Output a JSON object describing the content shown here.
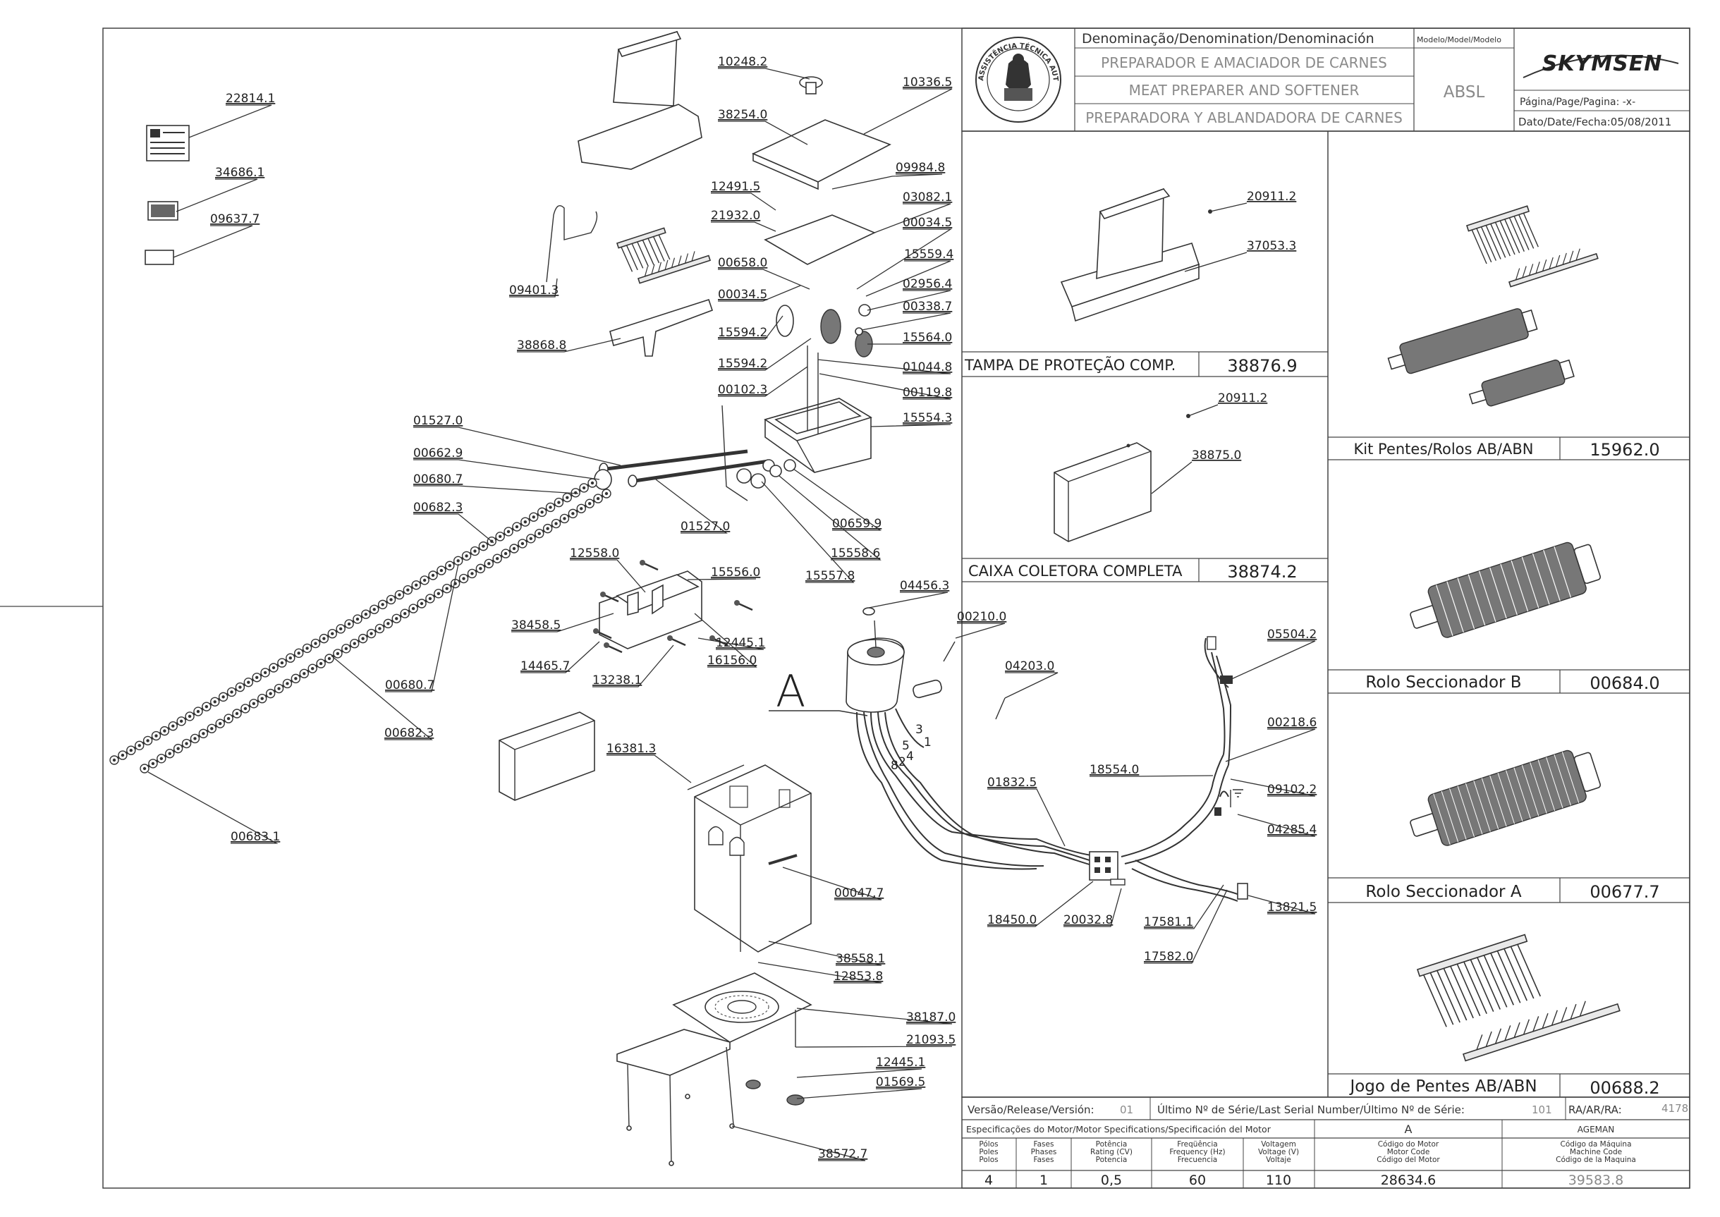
{
  "title_block": {
    "denomination_header": "Denominação/Denomination/Denominación",
    "model_header": "Modelo/Model/Modelo",
    "name_pt": "PREPARADOR E AMACIADOR DE CARNES",
    "name_en": "MEAT PREPARER AND SOFTENER",
    "name_es": "PREPARADORA Y ABLANDADORA DE CARNES",
    "model": "ABSL",
    "brand": "SKYMSEN",
    "page_label": "Página/Page/Pagina: -x-",
    "date_label": "Dato/Date/Fecha:05/08/2011",
    "seal_text": "ASSISTÊNCIA TÉCNICA AUTORIZADA"
  },
  "assemblies": [
    {
      "name": "TAMPA DE PROTEÇÃO COMP.",
      "code": "38876.9",
      "parts": [
        "20911.2",
        "37053.3"
      ]
    },
    {
      "name": "CAIXA COLETORA COMPLETA",
      "code": "38874.2",
      "parts": [
        "20911.2",
        "38875.0"
      ]
    },
    {
      "name": "Kit Pentes/Rolos AB/ABN",
      "code": "15962.0"
    },
    {
      "name": "Rolo Seccionador B",
      "code": "00684.0"
    },
    {
      "name": "Rolo Seccionador A",
      "code": "00677.7"
    },
    {
      "name": "Jogo de Pentes AB/ABN",
      "code": "00688.2"
    }
  ],
  "part_labels": [
    "22814.1",
    "34686.1",
    "09637.7",
    "09401.3",
    "38868.8",
    "10248.2",
    "10336.5",
    "38254.0",
    "09984.8",
    "12491.5",
    "21932.0",
    "03082.1",
    "00034.5",
    "00658.0",
    "15559.4",
    "00034.5",
    "02956.4",
    "00338.7",
    "15594.2",
    "15564.0",
    "15594.2",
    "01044.8",
    "00102.3",
    "00119.8",
    "15554.3",
    "01527.0",
    "00662.9",
    "00680.7",
    "00682.3",
    "01527.0",
    "00659.9",
    "15558.6",
    "15557.8",
    "12558.0",
    "15556.0",
    "38458.5",
    "12445.1",
    "14465.7",
    "16156.0",
    "13238.1",
    "00680.7",
    "00682.3",
    "00683.1",
    "04456.3",
    "00210.0",
    "04203.0",
    "05504.2",
    "00218.6",
    "16381.3",
    "18554.0",
    "09102.2",
    "01832.5",
    "04285.4",
    "00047.7",
    "18450.0",
    "20032.8",
    "17581.1",
    "13821.5",
    "17582.0",
    "38558.1",
    "12853.8",
    "38187.0",
    "21093.5",
    "12445.1",
    "01569.5",
    "38572.7"
  ],
  "detail_marker": "A",
  "wire_numbers": [
    "3",
    "1",
    "5",
    "4",
    "8",
    "2"
  ],
  "bottom": {
    "version_label": "Versão/Release/Versión:",
    "version_value": "01",
    "serial_label": "Último Nº de Série/Last Serial Number/Último Nº de Série:",
    "serial_value": "101",
    "ra_label": "RA/AR/RA:",
    "ra_value": "4178",
    "motor_spec_label": "Especificações do Motor/Motor Specifications/Specificación del Motor",
    "motor_a": "A",
    "ageman": "AGEMAN",
    "columns": [
      {
        "label": "Pólos\nPoles\nPolos",
        "value": "4"
      },
      {
        "label": "Fases\nPhases\nFases",
        "value": "1"
      },
      {
        "label": "Potência\nRating (CV)\nPotencia",
        "value": "0,5"
      },
      {
        "label": "Freqüência\nFrequency (Hz)\nFrecuencia",
        "value": "60"
      },
      {
        "label": "Voltagem\nVoltage (V)\nVoltaje",
        "value": "110"
      },
      {
        "label": "Código do Motor\nMotor Code\nCódigo del Motor",
        "value": "28634.6"
      },
      {
        "label": "Código da Máquina\nMachine Code\nCódigo de la Maquina",
        "value": "39583.8"
      }
    ]
  },
  "colors": {
    "ink": "#222222",
    "light_text": "#8a8a8a",
    "paper": "#ffffff"
  }
}
